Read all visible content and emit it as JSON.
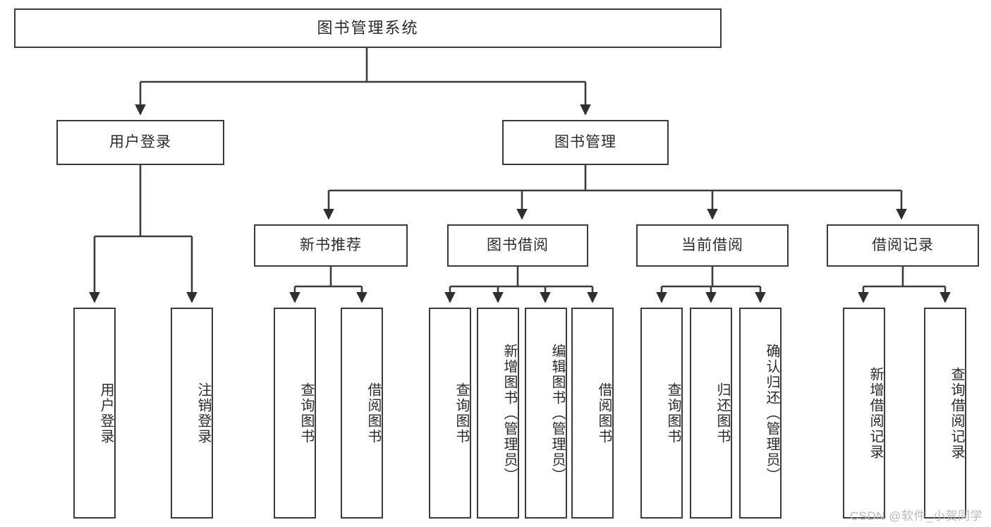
{
  "diagram": {
    "type": "tree-hierarchy",
    "title": "图书管理系统",
    "watermark": "CSDN @软件_小贺同学",
    "colors": {
      "background": "#ffffff",
      "border": "#3c3c3c",
      "text": "#2b2b2b",
      "edge": "#3c3c3c",
      "watermark": "#b9b9b9"
    }
  },
  "nodes": {
    "root": {
      "label": "图书管理系统",
      "level": 1
    },
    "level2": [
      {
        "id": "user-login",
        "label": "用户登录"
      },
      {
        "id": "book-manage",
        "label": "图书管理"
      }
    ],
    "level3": [
      {
        "id": "new-book-recommend",
        "label": "新书推荐",
        "parent": "book-manage"
      },
      {
        "id": "book-borrow",
        "label": "图书借阅",
        "parent": "book-manage"
      },
      {
        "id": "current-borrow",
        "label": "当前借阅",
        "parent": "book-manage"
      },
      {
        "id": "borrow-record",
        "label": "借阅记录",
        "parent": "book-manage"
      }
    ],
    "leaves": [
      {
        "id": "leaf-user-login",
        "label": "用户登录",
        "parent": "user-login"
      },
      {
        "id": "leaf-logout-login",
        "label": "注销登录",
        "parent": "user-login"
      },
      {
        "id": "leaf-query-book-1",
        "label": "查询图书",
        "parent": "new-book-recommend"
      },
      {
        "id": "leaf-borrow-book-1",
        "label": "借阅图书",
        "parent": "new-book-recommend"
      },
      {
        "id": "leaf-query-book-2",
        "label": "查询图书",
        "parent": "book-borrow"
      },
      {
        "id": "leaf-add-book",
        "label": "新增图书（管理员）",
        "parent": "book-borrow"
      },
      {
        "id": "leaf-edit-book",
        "label": "编辑图书（管理员）",
        "parent": "book-borrow"
      },
      {
        "id": "leaf-borrow-book-2",
        "label": "借阅图书",
        "parent": "book-borrow"
      },
      {
        "id": "leaf-query-book-3",
        "label": "查询图书",
        "parent": "current-borrow"
      },
      {
        "id": "leaf-return-book",
        "label": "归还图书",
        "parent": "current-borrow"
      },
      {
        "id": "leaf-confirm-return",
        "label": "确认归还（管理员）",
        "parent": "current-borrow"
      },
      {
        "id": "leaf-add-record",
        "label": "新增借阅记录",
        "parent": "borrow-record"
      },
      {
        "id": "leaf-query-record",
        "label": "查询借阅记录",
        "parent": "borrow-record"
      }
    ]
  }
}
